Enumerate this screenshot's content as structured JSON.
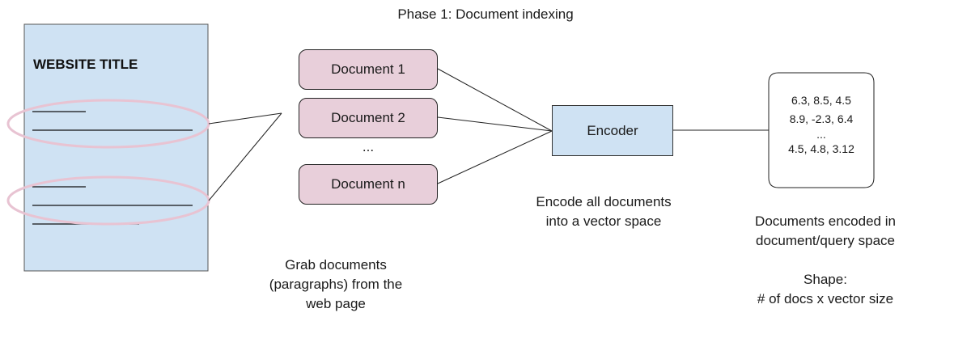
{
  "title": "Phase 1: Document indexing",
  "webpage": {
    "title": "WEBSITE TITLE"
  },
  "documents": [
    {
      "label": "Document 1"
    },
    {
      "label": "Document 2"
    },
    {
      "label": "..."
    },
    {
      "label": "Document n"
    }
  ],
  "encoder": {
    "label": "Encoder"
  },
  "vector_store": {
    "rows": [
      "6.3, 8.5, 4.5",
      "8.9, -2.3, 6.4",
      "...",
      "4.5, 4.8, 3.12"
    ]
  },
  "captions": {
    "grab_line1": "Grab documents",
    "grab_line2": "(paragraphs) from the",
    "grab_line3": "web page",
    "encode_line1": "Encode all documents",
    "encode_line2": "into a vector space",
    "encoded_line1": "Documents encoded in",
    "encoded_line2": "document/query space",
    "shape_line1": "Shape:",
    "shape_line2": "# of docs x vector size"
  },
  "colors": {
    "webpage_fill": "#cfe2f3",
    "document_fill": "#e8cfda",
    "encoder_fill": "#cfe2f3",
    "highlight_ellipse": "#e8c3d2",
    "stroke": "#222222"
  }
}
